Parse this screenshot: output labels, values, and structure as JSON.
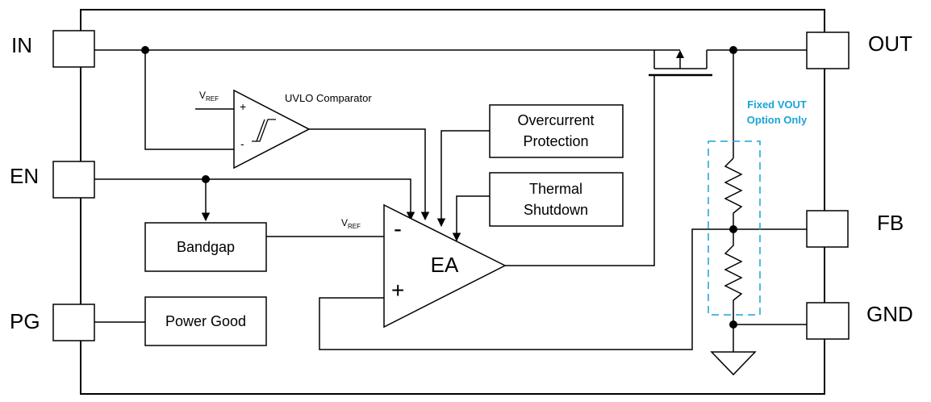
{
  "pins": {
    "in": "IN",
    "en": "EN",
    "pg": "PG",
    "out": "OUT",
    "fb": "FB",
    "gnd": "GND"
  },
  "blocks": {
    "uvlo": "UVLO Comparator",
    "overcurrent_line1": "Overcurrent",
    "overcurrent_line2": "Protection",
    "thermal_line1": "Thermal",
    "thermal_line2": "Shutdown",
    "bandgap": "Bandgap",
    "power_good": "Power Good",
    "error_amp": "EA"
  },
  "signals": {
    "vref_v": "V",
    "vref_sub": "REF",
    "plus": "+",
    "minus": "-"
  },
  "note": {
    "line1": "Fixed VOUT",
    "line2": "Option Only",
    "color": "#1aa3d6"
  }
}
